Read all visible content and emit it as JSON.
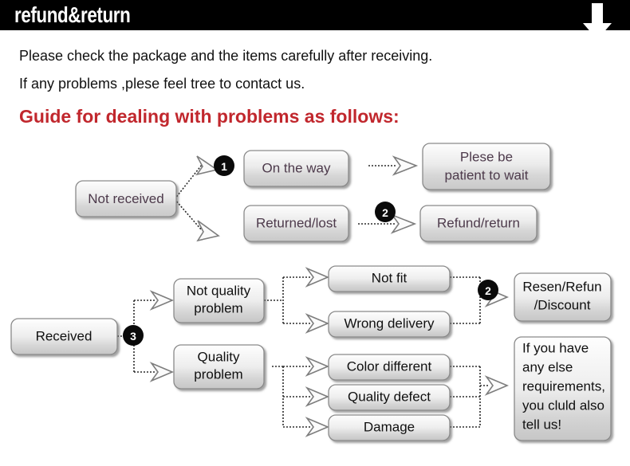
{
  "header": {
    "title": "refund&return",
    "arrow_icon": "down-arrow-icon",
    "bg_color": "#000000",
    "text_color": "#ffffff"
  },
  "intro": {
    "line1": "Please check the package and the items carefully after receiving.",
    "line2": "If any problems ,plese feel tree to contact us.",
    "heading": "Guide for dealing with problems as follows:",
    "heading_color": "#c1272d"
  },
  "flow_top": {
    "nodes": {
      "not_received": "Not received",
      "on_the_way": "On the way",
      "returned_lost": "Returned/lost",
      "please_wait_l1": "Plese be",
      "please_wait_l2": "patient to wait",
      "refund_return": "Refund/return"
    },
    "badges": [
      "1",
      "2"
    ],
    "text_color": "#4d3a4b"
  },
  "flow_bottom": {
    "nodes": {
      "received": "Received",
      "not_quality_l1": "Not quality",
      "not_quality_l2": "problem",
      "quality_l1": "Quality",
      "quality_l2": "problem",
      "not_fit": "Not fit",
      "wrong_delivery": "Wrong delivery",
      "color_different": "Color different",
      "quality_defect": "Quality defect",
      "damage": "Damage",
      "resend_l1": "Resen/Refun",
      "resend_l2": "/Discount",
      "note_l1": "If you have",
      "note_l2": "any else",
      "note_l3": "requirements,",
      "note_l4": "you cluld also",
      "note_l5": "tell us!"
    },
    "badges": [
      "3",
      "2"
    ],
    "text_color": "#101010"
  }
}
